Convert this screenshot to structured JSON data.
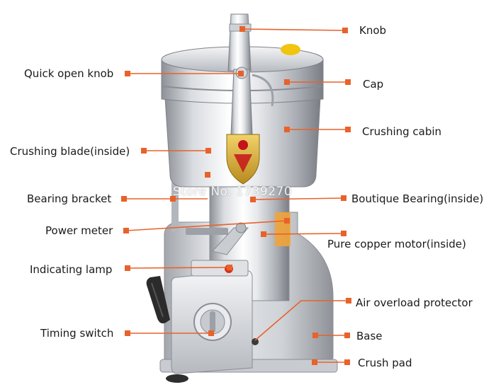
{
  "colors": {
    "leader": "#e8622a",
    "steel_light": "#f2f3f5",
    "steel_mid": "#bfc3c8",
    "steel_dark": "#7d8289",
    "badge_red": "#c4141a",
    "badge_gold": "#e3b43a",
    "handle_black": "#2b2b2b"
  },
  "watermark": "Store No. 1739270",
  "labels": {
    "knob": "Knob",
    "quick_open_knob": "Quick open knob",
    "cap": "Cap",
    "crushing_cabin": "Crushing cabin",
    "crushing_blade": "Crushing blade(inside)",
    "bearing_bracket": "Bearing bracket",
    "boutique_bearing": "Boutique Bearing(inside)",
    "power_meter": "Power meter",
    "pure_copper_motor": "Pure copper motor(inside)",
    "indicating_lamp": "Indicating lamp",
    "air_overload_protector": "Air overload protector",
    "timing_switch": "Timing switch",
    "base": "Base",
    "crush_pad": "Crush pad"
  }
}
